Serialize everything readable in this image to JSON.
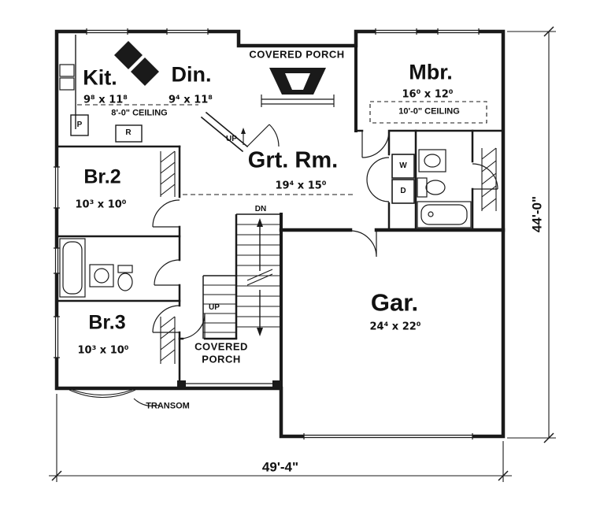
{
  "plan": {
    "rooms": {
      "kitchen": {
        "name": "Kit.",
        "dims": "9⁸ x 11⁸",
        "ceiling_note": "8'-0\" CEILING"
      },
      "dining": {
        "name": "Din.",
        "dims": "9⁴ x 11⁸"
      },
      "master_bedroom": {
        "name": "Mbr.",
        "dims": "16⁰ x 12⁰",
        "ceiling_note": "10'-0\" CEILING"
      },
      "great_room": {
        "name": "Grt. Rm.",
        "dims": "19⁴ x 15⁰"
      },
      "bedroom_2": {
        "name": "Br.2",
        "dims": "10³ x 10⁰"
      },
      "bedroom_3": {
        "name": "Br.3",
        "dims": "10³ x 10⁰"
      },
      "garage": {
        "name": "Gar.",
        "dims": "24⁴ x 22⁰"
      },
      "covered_porch_front": {
        "name": "COVERED PORCH"
      },
      "covered_porch_rear": {
        "line1": "COVERED",
        "line2": "PORCH"
      }
    },
    "labels": {
      "transom": "TRANSOM",
      "up_entry": "UP",
      "down_stairs": "DN",
      "up_stairs": "UP",
      "washer": "W",
      "dryer": "D",
      "pantry": "P",
      "refrigerator": "R"
    },
    "dimensions": {
      "overall_width": "49'-4\"",
      "overall_depth": "44'-0\""
    },
    "colors": {
      "line": "#1a1a1a",
      "background": "#ffffff"
    }
  }
}
